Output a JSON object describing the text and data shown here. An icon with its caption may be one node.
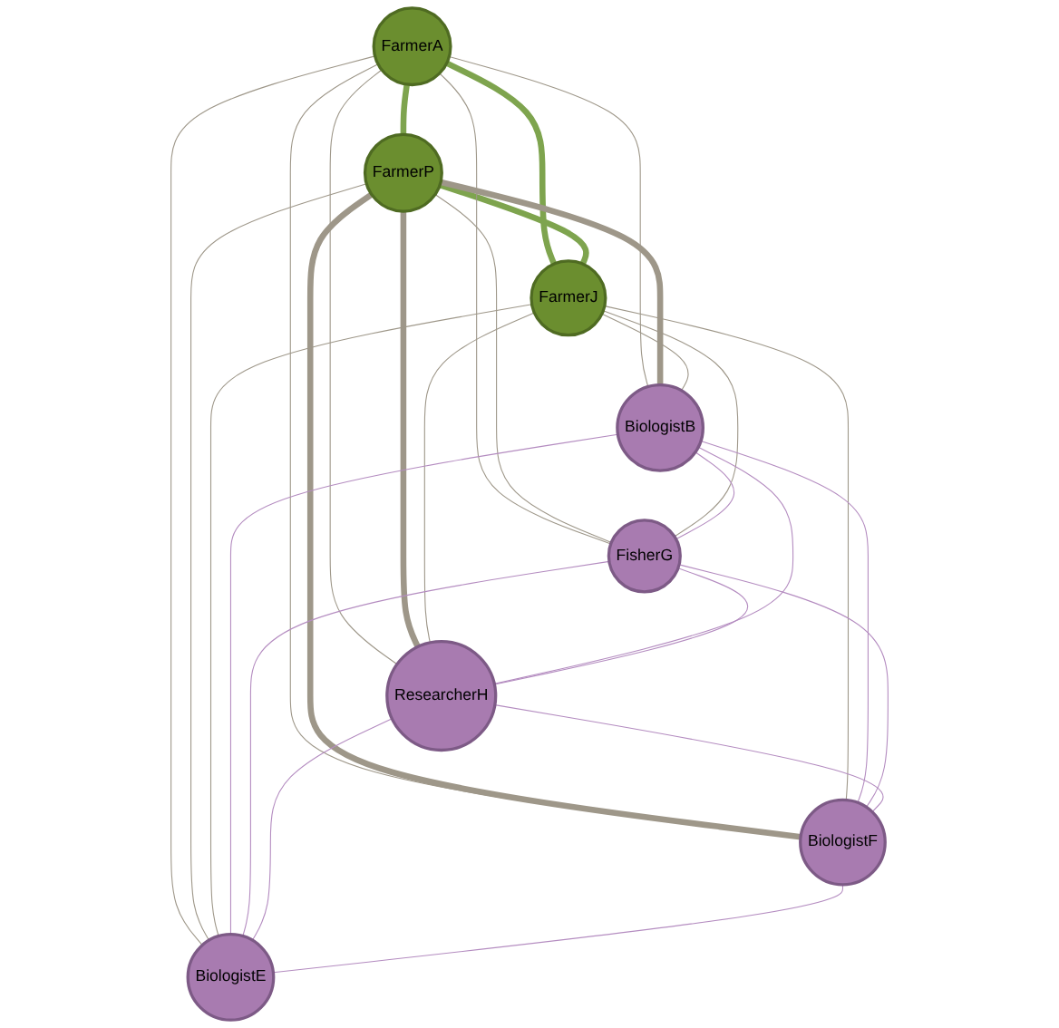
{
  "diagram": {
    "nodes": [
      {
        "text": [
          "FarmerA"
        ]
      },
      {
        "text": [
          "BiologistB"
        ]
      },
      {
        "text": [
          "FisherG"
        ]
      },
      {
        "text": [
          "FarmerP"
        ]
      },
      {
        "text": [
          "ResearcherH"
        ]
      },
      {
        "text": [
          "FarmerJ"
        ]
      },
      {
        "text": [
          "BiologistF"
        ]
      },
      {
        "text": [
          "BiologistE"
        ]
      }
    ],
    "edges": [
      {
        "from": 0,
        "to": 3,
        "arrow": "none",
        "style": "thick",
        "color": "#7ea44e"
      },
      {
        "from": 0,
        "to": 5,
        "arrow": "none",
        "style": "thick",
        "color": "#7ea44e"
      },
      {
        "from": 3,
        "to": 5,
        "arrow": "none",
        "style": "thick",
        "color": "#7ea44e"
      },
      {
        "from": 0,
        "to": 1,
        "arrow": "none"
      },
      {
        "from": 0,
        "to": 2,
        "arrow": "none"
      },
      {
        "from": 0,
        "to": 4,
        "arrow": "none"
      },
      {
        "from": 0,
        "to": 6,
        "arrow": "none"
      },
      {
        "from": 0,
        "to": 7,
        "arrow": "none"
      },
      {
        "from": 3,
        "to": 1,
        "arrow": "none",
        "style": "thick"
      },
      {
        "from": 3,
        "to": 2,
        "arrow": "none"
      },
      {
        "from": 3,
        "to": 4,
        "arrow": "none",
        "style": "thick"
      },
      {
        "from": 3,
        "to": 6,
        "arrow": "none",
        "style": "thick"
      },
      {
        "from": 3,
        "to": 7,
        "arrow": "none"
      },
      {
        "from": 5,
        "to": 1,
        "arrow": "none"
      },
      {
        "from": 5,
        "to": 2,
        "arrow": "none"
      },
      {
        "from": 5,
        "to": 4,
        "arrow": "none"
      },
      {
        "from": 5,
        "to": 6,
        "arrow": "none"
      },
      {
        "from": 5,
        "to": 7,
        "arrow": "none"
      },
      {
        "from": 1,
        "to": 2,
        "arrow": "none",
        "color": "#b48cc0"
      },
      {
        "from": 1,
        "to": 4,
        "arrow": "none",
        "color": "#b48cc0"
      },
      {
        "from": 1,
        "to": 6,
        "arrow": "none",
        "color": "#b48cc0"
      },
      {
        "from": 1,
        "to": 7,
        "arrow": "none",
        "color": "#b48cc0"
      },
      {
        "from": 2,
        "to": 4,
        "arrow": "none",
        "color": "#b48cc0"
      },
      {
        "from": 2,
        "to": 6,
        "arrow": "none",
        "color": "#b48cc0"
      },
      {
        "from": 2,
        "to": 7,
        "arrow": "none",
        "color": "#b48cc0"
      },
      {
        "from": 4,
        "to": 6,
        "arrow": "none",
        "color": "#b48cc0"
      },
      {
        "from": 4,
        "to": 7,
        "arrow": "none",
        "color": "#b48cc0"
      },
      {
        "from": 6,
        "to": 7,
        "arrow": "none",
        "color": "#b48cc0"
      }
    ]
  }
}
